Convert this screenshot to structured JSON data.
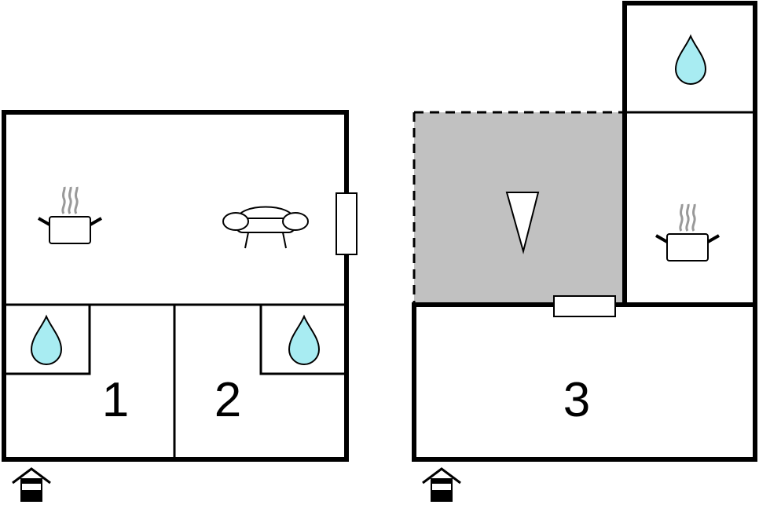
{
  "colors": {
    "wall": "#000000",
    "water": "#a8ecf2",
    "terrace": "#c1c1c1",
    "background": "#ffffff"
  },
  "icons": {
    "bathroom": "water-drop-icon",
    "kitchen": "cooking-pot-icon",
    "living": "sofa-icon",
    "entrance": "house-entrance-icon",
    "terrace": "pennant-icon",
    "window": "window-icon"
  },
  "rooms": [
    {
      "id": "bedroom-1",
      "label": "1"
    },
    {
      "id": "bedroom-2",
      "label": "2"
    },
    {
      "id": "bedroom-3",
      "label": "3"
    }
  ]
}
